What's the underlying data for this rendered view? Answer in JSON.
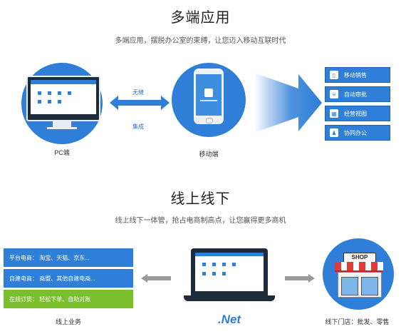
{
  "section1": {
    "title": "多端应用",
    "subtitle": "多端应用，摆脱办公室的束缚，让您迈入移动互联时代",
    "pc_label": "PC端",
    "mobile_label": "移动端",
    "arrow_top_label": "无缝",
    "arrow_bottom_label": "集成",
    "features": [
      {
        "label": "移动销售",
        "icon": "phone-icon"
      },
      {
        "label": "自动审批",
        "icon": "document-icon"
      },
      {
        "label": "经营视图",
        "icon": "chart-icon"
      },
      {
        "label": "协同办公",
        "icon": "people-icon"
      }
    ]
  },
  "section2": {
    "title": "线上线下",
    "subtitle": "线上线下一体管，抢占电商制高点，让您赢得更多商机",
    "bars": [
      {
        "text": "平台电商：  淘宝、天猫、京东...",
        "color": "#2f7ed8"
      },
      {
        "text": "自建电商：  商盟、其他自建电商...",
        "color": "#2f7ed8"
      },
      {
        "text": "在线订货：  轻松下单、自助对账",
        "color": "#7cbf2c"
      }
    ],
    "online_label": "线上业务",
    "net_label": ".Net",
    "shop_sign": "SHOP",
    "offline_label": "线下门店：批发、零售"
  },
  "colors": {
    "brand_blue": "#2f7ed8",
    "green": "#7cbf2c"
  }
}
